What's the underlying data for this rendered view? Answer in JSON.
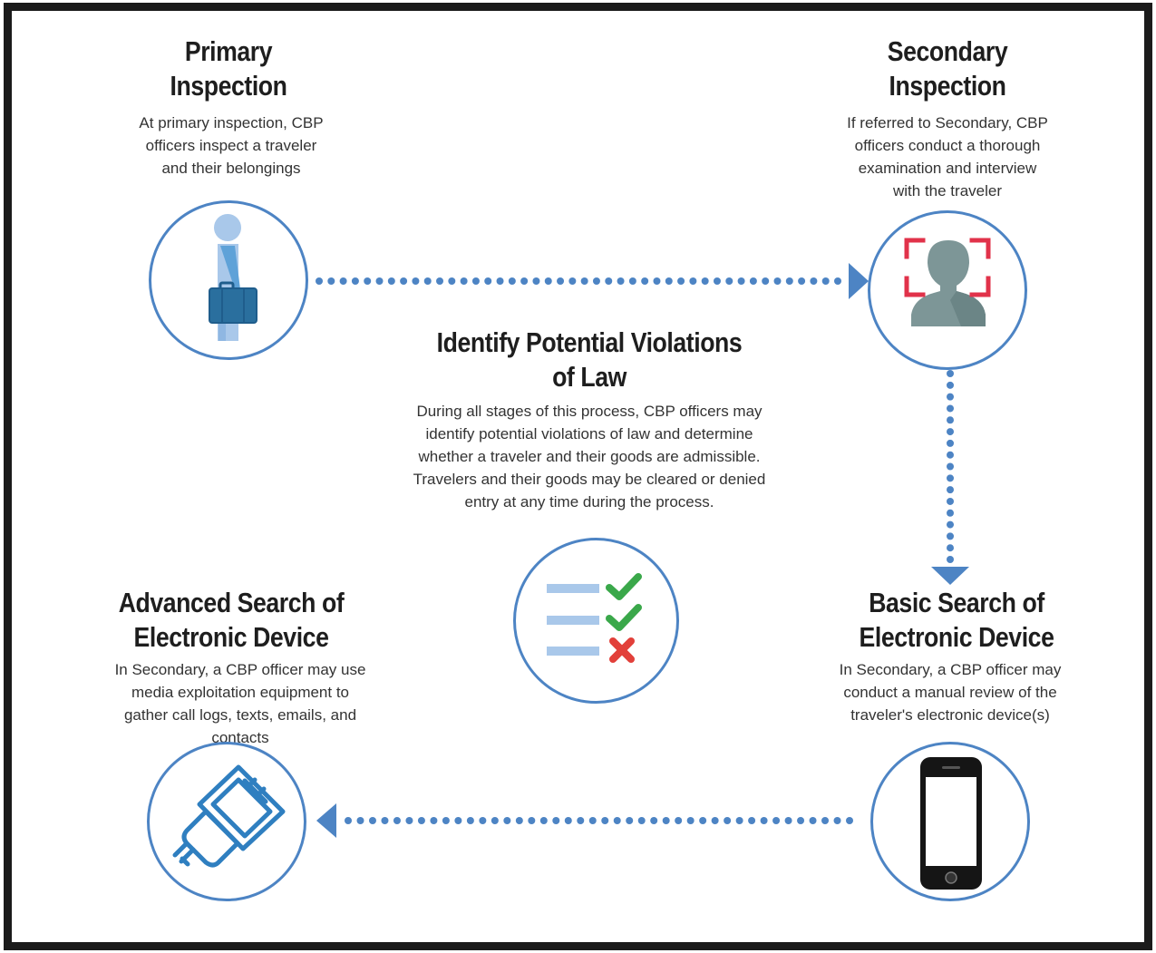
{
  "colors": {
    "connector": "#4d84c4",
    "frame": "#1b1b1b",
    "check": "#3aa84a",
    "cross": "#e2403a",
    "focus_brackets": "#e1324a"
  },
  "primary": {
    "title_line1": "Primary",
    "title_line2": "Inspection",
    "desc_lines": [
      "At primary inspection, CBP",
      "officers inspect a traveler",
      "and their belongings"
    ],
    "icon": "traveler-with-briefcase-icon"
  },
  "secondary": {
    "title_line1": "Secondary",
    "title_line2": "Inspection",
    "desc_lines": [
      "If referred to Secondary, CBP",
      "officers conduct a thorough",
      "examination and interview",
      "with the traveler"
    ],
    "icon": "face-scan-icon"
  },
  "center": {
    "title_line1": "Identify Potential Violations",
    "title_line2": "of Law",
    "desc_lines": [
      "During all stages of this process, CBP officers may",
      "identify potential violations of law and determine",
      "whether a traveler and their goods are admissible.",
      "Travelers and their goods may be cleared or denied",
      "entry at any time during the process."
    ],
    "icon": "checklist-icon"
  },
  "advanced": {
    "title_line1": "Advanced Search of",
    "title_line2": "Electronic Device",
    "desc_lines": [
      "In Secondary, a CBP officer may use",
      "media exploitation equipment to",
      "gather call logs, texts, emails, and",
      "contacts"
    ],
    "icon": "usb-connector-icon"
  },
  "basic": {
    "title_line1": "Basic Search of",
    "title_line2": "Electronic Device",
    "desc_lines": [
      "In Secondary, a CBP officer may",
      "conduct a manual review of the",
      "traveler's electronic device(s)"
    ],
    "icon": "smartphone-icon"
  }
}
